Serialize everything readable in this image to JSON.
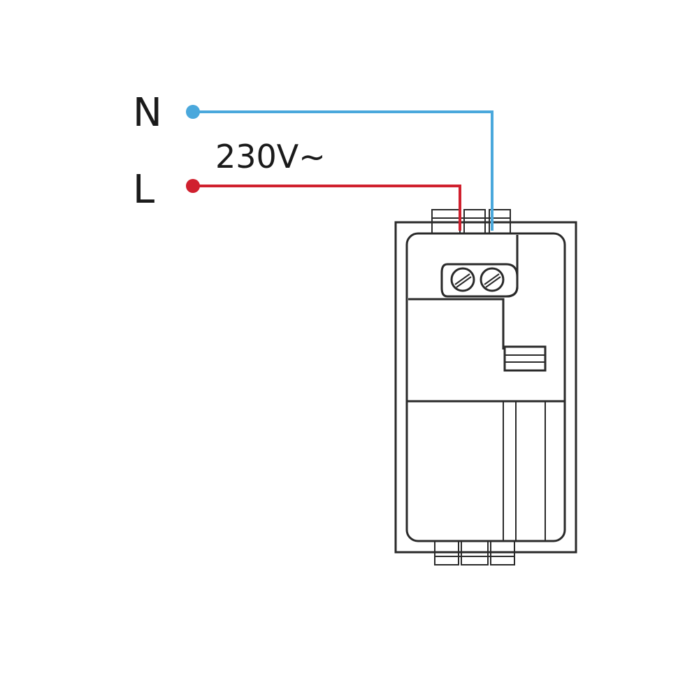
{
  "labels": {
    "neutral": "N",
    "line": "L",
    "voltage": "230V~"
  },
  "colors": {
    "neutral_wire": "#4aa8dc",
    "line_wire": "#d0202e",
    "outline": "#2a2a2a",
    "text": "#1a1a1a"
  }
}
